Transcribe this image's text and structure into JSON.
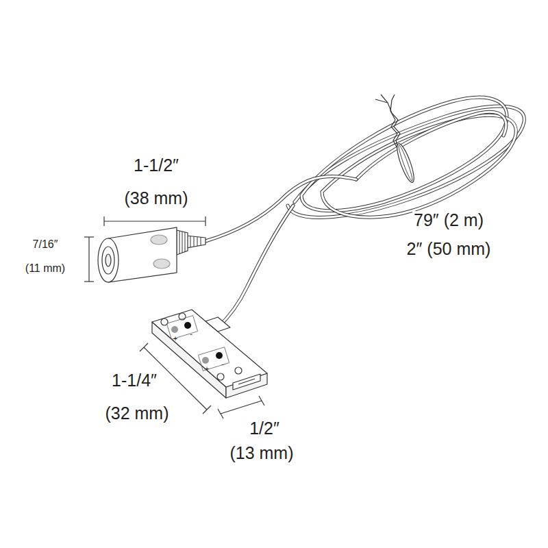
{
  "diagram": {
    "labels": [
      "1-1/2″",
      "(38 mm)",
      "7/16″",
      "(11 mm)",
      "79″ (2 m)",
      "2″ (50 mm)",
      "+",
      "-",
      "+",
      "-",
      "1-1/4″",
      "(32 mm)",
      "1/2″",
      "(13 mm)"
    ]
  }
}
